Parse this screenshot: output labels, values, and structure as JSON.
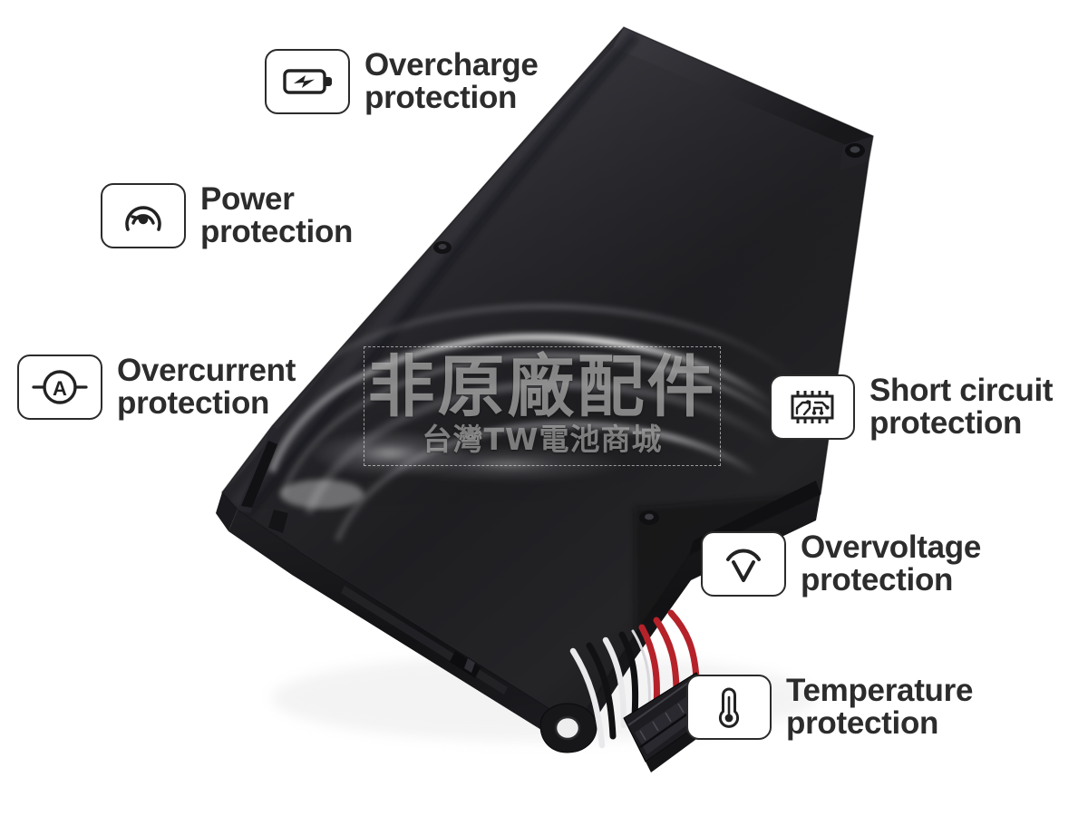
{
  "image": {
    "subject": "laptop battery protection features infographic",
    "background_color": "#ffffff",
    "text_color": "#2c2c2c",
    "icon_border_color": "#2b2b2b"
  },
  "features": [
    {
      "id": "overcharge",
      "icon": "battery-bolt-icon",
      "label": "Overcharge\nprotection",
      "line1": "Overcharge",
      "line2": "protection",
      "side": "left"
    },
    {
      "id": "power",
      "icon": "gauge-icon",
      "label": "Power\nprotection",
      "line1": "Power",
      "line2": "protection",
      "side": "left"
    },
    {
      "id": "overcurrent",
      "icon": "ammeter-icon",
      "label": "Overcurrent\nprotection",
      "line1": "Overcurrent",
      "line2": "protection",
      "side": "left"
    },
    {
      "id": "short-circuit",
      "icon": "chip-icon",
      "label": "Short circuit\nprotection",
      "line1": "Short circuit",
      "line2": "protection",
      "side": "right"
    },
    {
      "id": "overvoltage",
      "icon": "voltmeter-v-arc-icon",
      "label": "Overvoltage\nprotection",
      "line1": "Overvoltage",
      "line2": "protection",
      "side": "right"
    },
    {
      "id": "temperature",
      "icon": "thermometer-icon",
      "label": "Temperature\nprotection",
      "line1": "Temperature",
      "line2": "protection",
      "side": "right"
    }
  ],
  "watermark": {
    "main_text": "非原廠配件",
    "sub_text": "台灣TW電池商城",
    "border_style": "dashed"
  },
  "product": {
    "type": "li-polymer laptop battery pack",
    "body_color": "#1b1b1d",
    "wire_colors": [
      "#b5222a",
      "#111111",
      "#e8e8e8"
    ],
    "connector_color": "#262626"
  }
}
